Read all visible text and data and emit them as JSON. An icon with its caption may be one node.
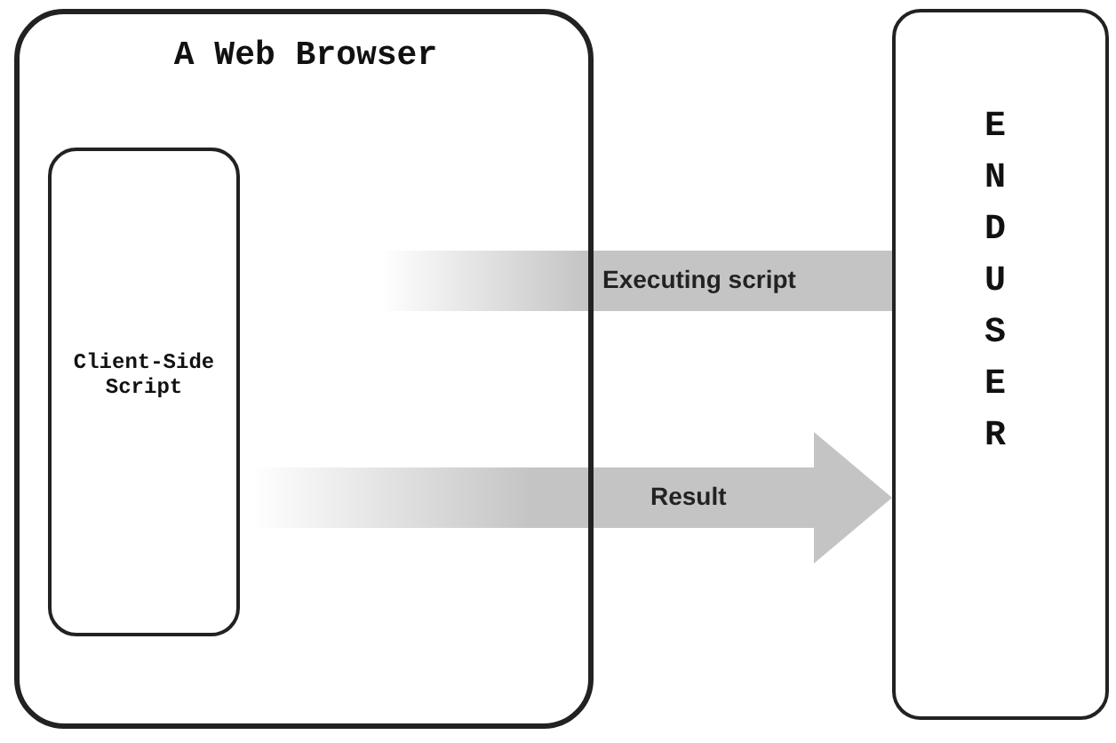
{
  "diagram": {
    "nodes": [
      {
        "text": [
          "A Web Browser"
        ]
      },
      {
        "text": [
          "Client-Side Script"
        ],
        "in": 0
      },
      {
        "text": [
          "END USER"
        ]
      }
    ],
    "edges": [
      {
        "from": 1,
        "to": 2,
        "arrow": "none",
        "label": "Executing script",
        "style": "thick",
        "color": "#c4c4c4"
      },
      {
        "from": 1,
        "to": 2,
        "arrow": "to",
        "label": "Result",
        "style": "thick",
        "color": "#c4c4c4"
      }
    ]
  }
}
